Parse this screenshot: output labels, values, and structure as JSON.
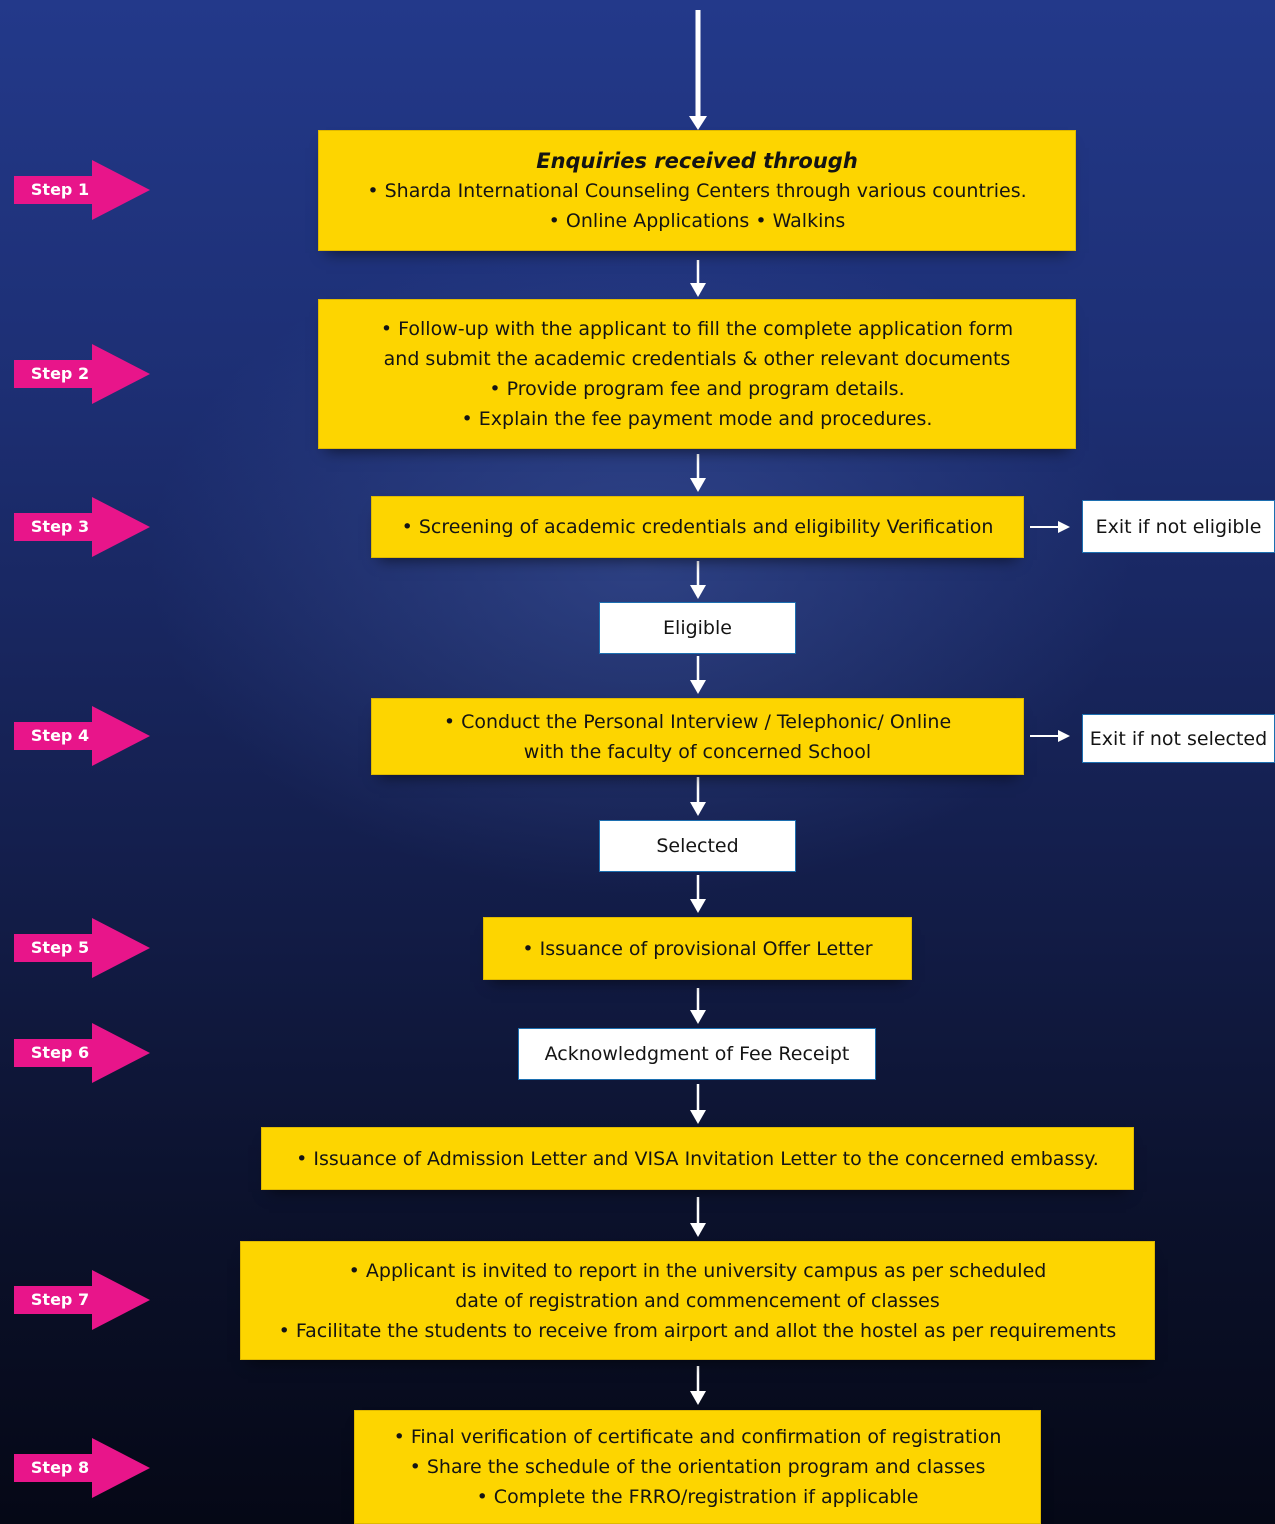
{
  "steps": [
    {
      "label": "Step 1"
    },
    {
      "label": "Step 2"
    },
    {
      "label": "Step 3"
    },
    {
      "label": "Step 4"
    },
    {
      "label": "Step 5"
    },
    {
      "label": "Step 6"
    },
    {
      "label": "Step 7"
    },
    {
      "label": "Step 8"
    }
  ],
  "boxes": {
    "enquiries": {
      "title": "Enquiries received through",
      "lines": [
        "• Sharda International Counseling Centers through various countries.",
        "• Online Applications  •  Walkins"
      ]
    },
    "followup": {
      "lines": [
        "• Follow-up with the applicant to fill the complete application form",
        "and submit the academic credentials & other relevant documents",
        "• Provide program fee and program details.",
        "• Explain the fee payment mode and procedures."
      ]
    },
    "screening": {
      "lines": [
        "•  Screening of academic credentials and eligibility Verification"
      ]
    },
    "eligible": {
      "text": "Eligible"
    },
    "exit_not_eligible": {
      "text": "Exit if not eligible"
    },
    "interview": {
      "lines": [
        "•  Conduct the Personal Interview / Telephonic/ Online",
        "with the faculty of concerned School"
      ]
    },
    "exit_not_selected": {
      "text": "Exit if not selected"
    },
    "selected": {
      "text": "Selected"
    },
    "offer": {
      "lines": [
        "•  Issuance of provisional Offer Letter"
      ]
    },
    "fee_receipt": {
      "text": "Acknowledgment of Fee Receipt"
    },
    "admission": {
      "lines": [
        "•  Issuance of Admission Letter and VISA Invitation Letter to the concerned embassy."
      ]
    },
    "report": {
      "lines": [
        "•  Applicant is invited to report in the university campus as per scheduled",
        "date of registration and commencement of classes",
        "•  Facilitate the students to receive from airport and allot the hostel as per requirements"
      ]
    },
    "final": {
      "lines": [
        "•  Final verification of certificate and confirmation of registration",
        "•  Share the schedule of the orientation program and classes",
        "•  Complete the FRRO/registration if applicable"
      ]
    }
  },
  "colors": {
    "box_fill": "#fdd500",
    "step_marker": "#e8158a",
    "arrow": "#ffffff",
    "background_top": "#23398a",
    "background_bottom": "#050816"
  }
}
